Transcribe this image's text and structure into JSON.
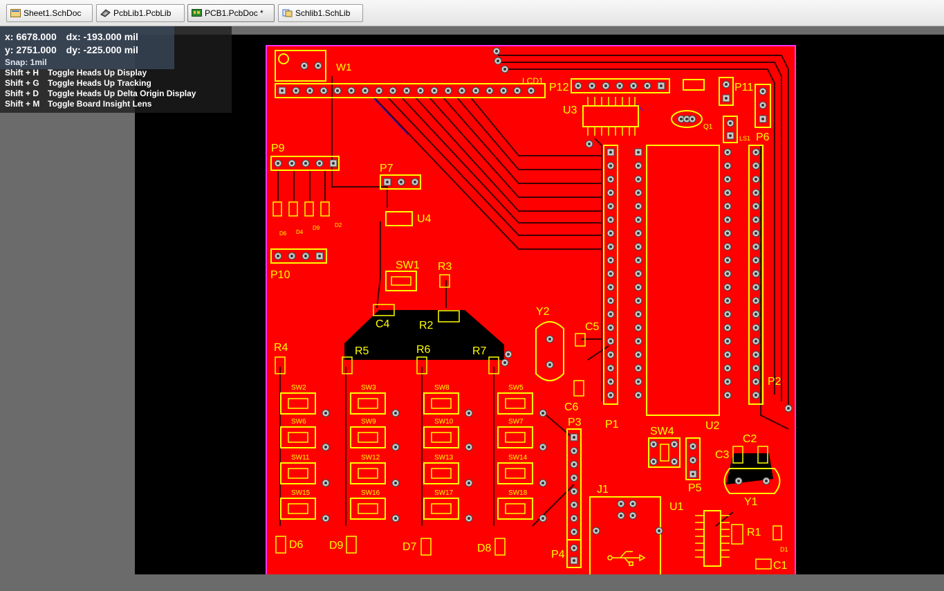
{
  "tabs": [
    {
      "label": "Sheet1.SchDoc",
      "icon": "schematic-doc-icon"
    },
    {
      "label": "PcbLib1.PcbLib",
      "icon": "pcb-library-icon"
    },
    {
      "label": "PCB1.PcbDoc *",
      "icon": "pcb-doc-icon",
      "active": true
    },
    {
      "label": "Schlib1.SchLib",
      "icon": "schematic-library-icon"
    }
  ],
  "hud": {
    "x_label": "x:",
    "x_value": "6678.000",
    "dx_label": "dx:",
    "dx_value": "-193.000 mil",
    "y_label": "y:",
    "y_value": "2751.000",
    "dy_label": "dy:",
    "dy_value": "-225.000 mil",
    "snap": "Snap: 1mil",
    "shortcuts": [
      {
        "key": "Shift + H",
        "action": "Toggle Heads Up Display"
      },
      {
        "key": "Shift + G",
        "action": "Toggle Heads Up Tracking"
      },
      {
        "key": "Shift + D",
        "action": "Toggle Heads Up Delta Origin Display"
      },
      {
        "key": "Shift + M",
        "action": "Toggle Board Insight Lens"
      }
    ]
  },
  "colors": {
    "board": "#ff0000",
    "silkscreen": "#ffff00",
    "outline": "#ff00ff",
    "pad": "#c9c9c9",
    "background": "#000000"
  },
  "designators": {
    "W1": "W1",
    "LCD1": "LCD1",
    "P12": "P12",
    "P11": "P11",
    "P6": "P6",
    "U3": "U3",
    "Q1": "Q1",
    "LS1": "LS1",
    "P9": "P9",
    "P7": "P7",
    "U4": "U4",
    "P10": "P10",
    "D6_small": "D6",
    "D4_small": "D4",
    "D9_small": "D9",
    "D2_small": "D2",
    "SW1": "SW1",
    "R3": "R3",
    "C4": "C4",
    "R2": "R2",
    "Y2": "Y2",
    "C5": "C5",
    "C6": "C6",
    "R4": "R4",
    "R5": "R5",
    "R6": "R6",
    "R7": "R7",
    "P1": "P1",
    "U2": "U2",
    "P2": "P2",
    "P3": "P3",
    "SW4": "SW4",
    "P5": "P5",
    "C3": "C3",
    "C2": "C2",
    "Y1": "Y1",
    "J1": "J1",
    "U1": "U1",
    "R1": "R1",
    "D1": "D1",
    "C1": "C1",
    "P4": "P4",
    "D6": "D6",
    "D9": "D9",
    "D7": "D7",
    "D8": "D8",
    "sw_labels": [
      "SW2",
      "SW3",
      "SW8",
      "SW5",
      "SW6",
      "SW9",
      "SW10",
      "SW7",
      "SW11",
      "SW12",
      "SW13",
      "SW14",
      "SW15",
      "SW16",
      "SW17",
      "SW18"
    ]
  }
}
